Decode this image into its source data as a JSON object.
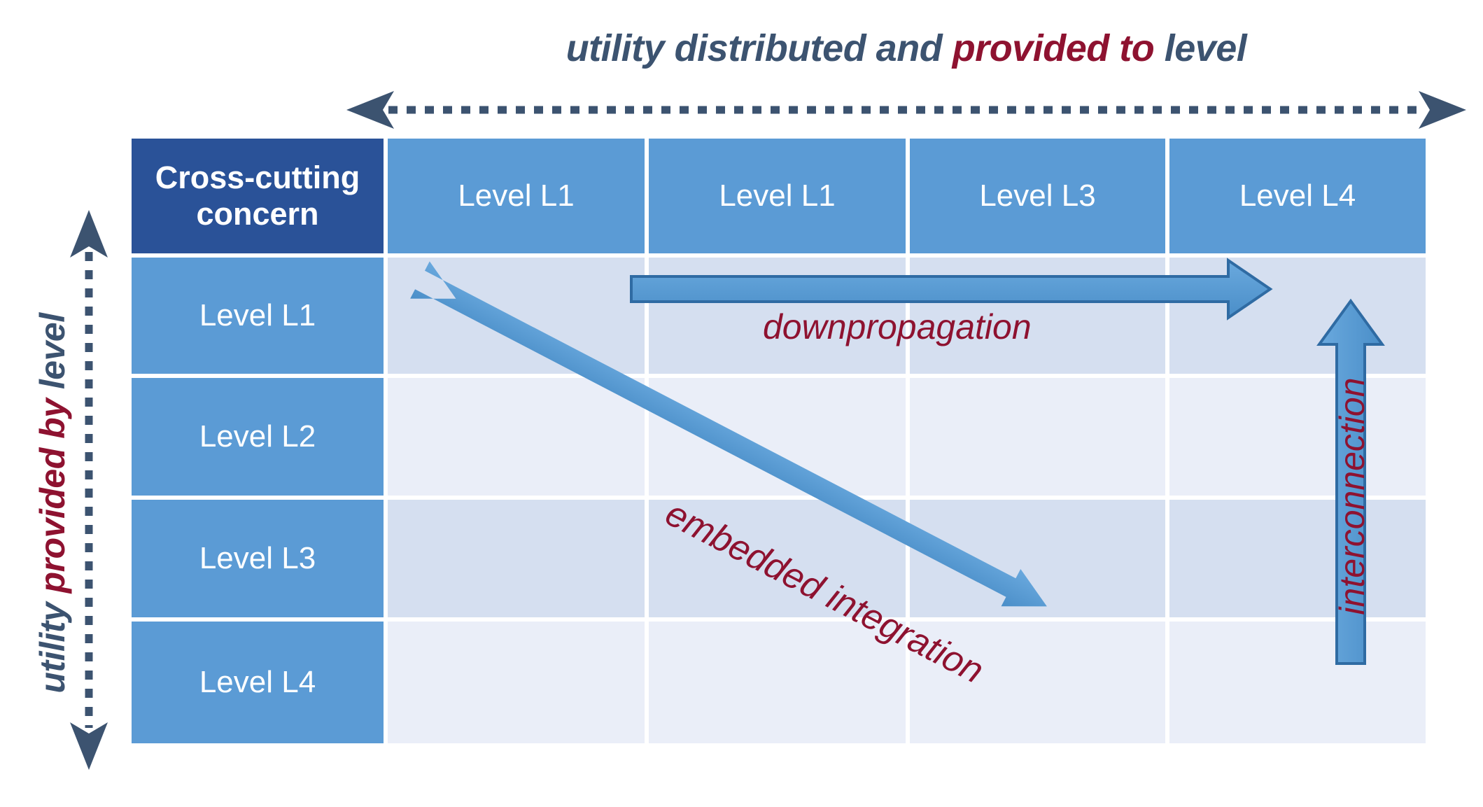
{
  "diagram": {
    "title_top": {
      "segment_1": "utility distributed and ",
      "segment_2": "provided to",
      "segment_3": " level"
    },
    "title_left": {
      "segment_1": "utility ",
      "segment_2": "provided by",
      "segment_3": " level"
    },
    "axes": {
      "top_arrow_icon": "double-headed-dotted-horizontal-arrow",
      "left_arrow_icon": "double-headed-dotted-vertical-arrow",
      "axis_color": "#3c5370"
    },
    "matrix": {
      "corner_label": "Cross-cutting concern",
      "column_headers": [
        "Level L1",
        "Level L1",
        "Level L3",
        "Level L4"
      ],
      "row_headers": [
        "Level L1",
        "Level L2",
        "Level L3",
        "Level L4"
      ],
      "colors": {
        "corner": "#2a5298",
        "header": "#5b9bd5",
        "body_dark": "#d5dff0",
        "body_light": "#eaeef8",
        "grid": "#ffffff"
      }
    },
    "annotations": {
      "downpropagation": "downpropagation",
      "embedded_integration": "embedded integration",
      "interconnection": "interconnection",
      "annotation_color": "#8e1230",
      "arrow_color": "#5b9bd5"
    }
  }
}
